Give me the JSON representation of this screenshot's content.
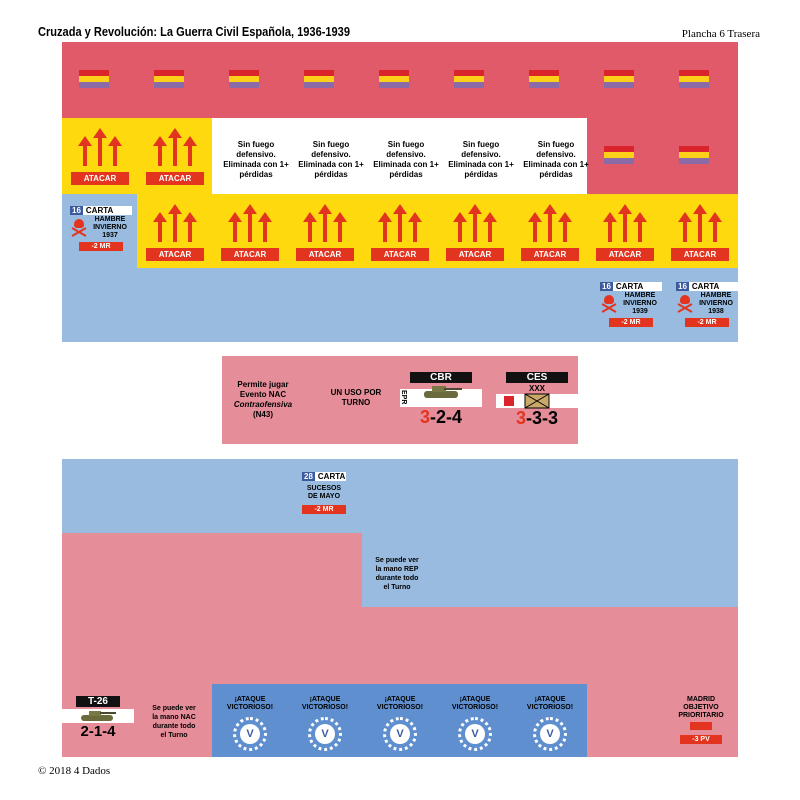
{
  "header": {
    "title": "Cruzada y Revolución: La Guerra Civil Española, 1936-1939",
    "plate": "Plancha 6 Trasera"
  },
  "footer": {
    "copyright": "© 2018 4 Dados"
  },
  "row2": {
    "attack_label": "ATACAR",
    "no_fire_text": "Sin fuego defensivo. Eliminada con 1+ pérdidas"
  },
  "cards": {
    "card1": {
      "num": "16",
      "label": "CARTA",
      "text": "HAMBRE INVIERNO 1937",
      "penalty": "-2 MR"
    },
    "card2": {
      "num": "16",
      "label": "CARTA",
      "text": "HAMBRE INVIERNO 1939",
      "penalty": "-2 MR"
    },
    "card3": {
      "num": "16",
      "label": "CARTA",
      "text": "HAMBRE INVIERNO 1938",
      "penalty": "-2 MR"
    },
    "card4": {
      "num": "28",
      "label": "CARTA",
      "text": "SUCESOS DE MAYO",
      "penalty": "-2 MR"
    }
  },
  "middle": {
    "permite": "Permite jugar Evento NAC",
    "contraofensiva": "Contraofensiva",
    "n43": "(N43)",
    "un_uso": "UN USO POR TURNO",
    "cbr": {
      "name": "CBR",
      "side": "EPR",
      "first": "3",
      "rest": "-2-4"
    },
    "ces": {
      "name": "CES",
      "size": "XXX",
      "first": "3",
      "rest": "-3-3"
    }
  },
  "lower": {
    "rep_text": "Se puede ver la mano REP durante todo el Turno",
    "nac_text": "Se puede ver la mano NAC durante todo el Turno",
    "t26": {
      "name": "T-26",
      "value": "2-1-4"
    },
    "victory_text": "¡ATAQUE VICTORIOSO!",
    "victory_mark": "V",
    "madrid_text": "MADRID OBJETIVO PRIORITARIO",
    "madrid_penalty": "-3 PV"
  }
}
